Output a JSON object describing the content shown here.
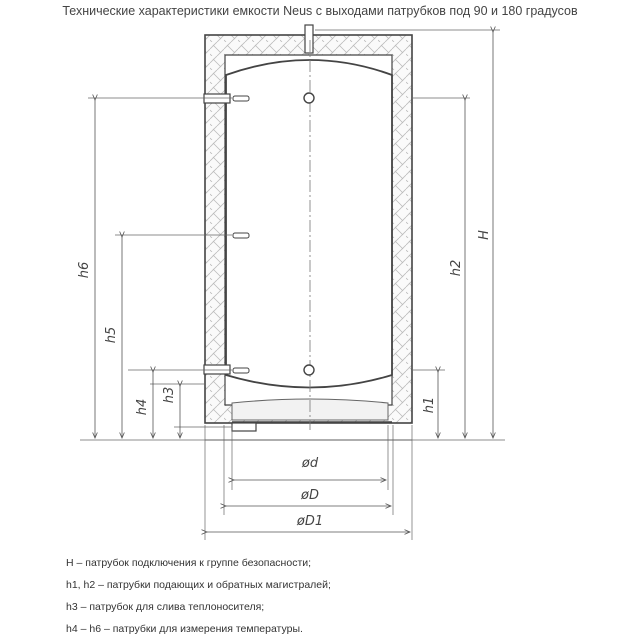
{
  "title": "Технические характеристики емкости Neus с выходами патрубков под 90 и 180 градусов",
  "dimensions": {
    "H": "H",
    "h1": "h1",
    "h2": "h2",
    "h3": "h3",
    "h4": "h4",
    "h5": "h5",
    "h6": "h6",
    "d": "ød",
    "D": "øD",
    "D1": "øD1"
  },
  "legend": [
    "H – патрубок подключения к группе безопасности;",
    "h1, h2 – патрубки подающих и обратных магистралей;",
    "h3 – патрубок для слива теплоносителя;",
    "h4 – h6 – патрубки для измерения температуры."
  ]
}
